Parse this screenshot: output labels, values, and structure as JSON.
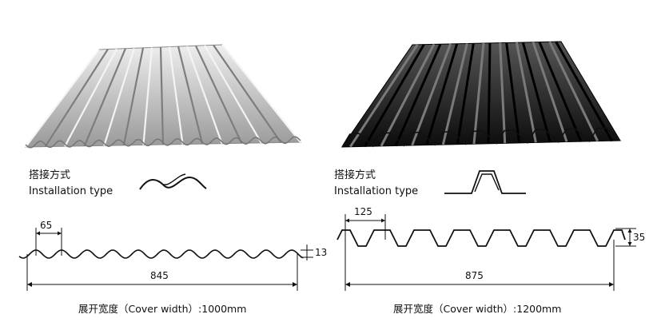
{
  "panels": [
    {
      "id": "corrugated",
      "install_label_cn": "搭接方式",
      "install_label_en": "Installation type",
      "pitch": "65",
      "height": "13",
      "span": "845",
      "cover_caption": "展开宽度（Cover width）:1000mm",
      "sheet_color": "#c9c9c9"
    },
    {
      "id": "trapezoidal",
      "install_label_cn": "搭接方式",
      "install_label_en": "Installation type",
      "pitch": "125",
      "height": "35",
      "span": "875",
      "cover_caption": "展开宽度（Cover width）:1200mm",
      "sheet_color": "#2a2a2a"
    }
  ]
}
